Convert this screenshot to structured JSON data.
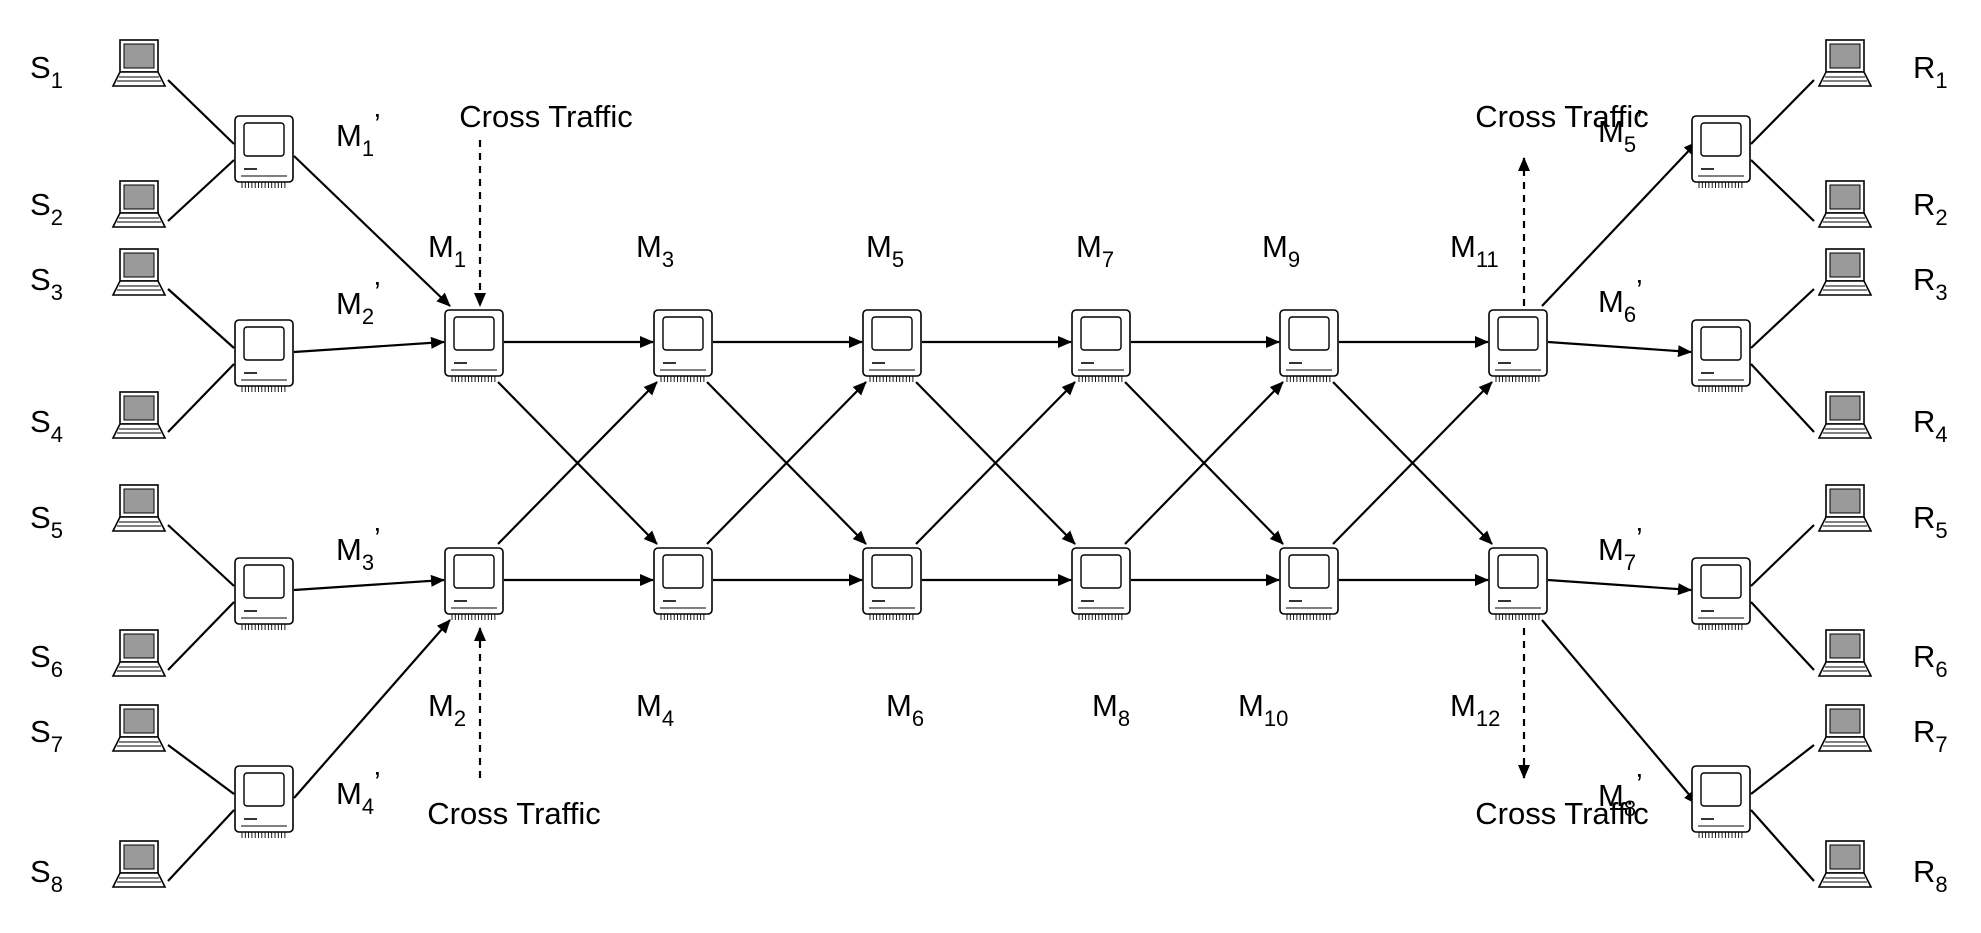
{
  "colors": {
    "stroke": "#000000",
    "screen": "#ffffff",
    "background": "#ffffff"
  },
  "icons": {
    "host": "laptop-icon",
    "router": "desktop-computer-icon"
  },
  "senders": [
    {
      "base": "S",
      "sub": "1"
    },
    {
      "base": "S",
      "sub": "2"
    },
    {
      "base": "S",
      "sub": "3"
    },
    {
      "base": "S",
      "sub": "4"
    },
    {
      "base": "S",
      "sub": "5"
    },
    {
      "base": "S",
      "sub": "6"
    },
    {
      "base": "S",
      "sub": "7"
    },
    {
      "base": "S",
      "sub": "8"
    }
  ],
  "receivers": [
    {
      "base": "R",
      "sub": "1"
    },
    {
      "base": "R",
      "sub": "2"
    },
    {
      "base": "R",
      "sub": "3"
    },
    {
      "base": "R",
      "sub": "4"
    },
    {
      "base": "R",
      "sub": "5"
    },
    {
      "base": "R",
      "sub": "6"
    },
    {
      "base": "R",
      "sub": "7"
    },
    {
      "base": "R",
      "sub": "8"
    }
  ],
  "edge_left": [
    {
      "base": "M",
      "sub": "1",
      "prime": "’"
    },
    {
      "base": "M",
      "sub": "2",
      "prime": "’"
    },
    {
      "base": "M",
      "sub": "3",
      "prime": "’"
    },
    {
      "base": "M",
      "sub": "4",
      "prime": "’"
    }
  ],
  "edge_right": [
    {
      "base": "M",
      "sub": "5",
      "prime": "’"
    },
    {
      "base": "M",
      "sub": "6",
      "prime": "’"
    },
    {
      "base": "M",
      "sub": "7",
      "prime": "’"
    },
    {
      "base": "M",
      "sub": "8",
      "prime": "’"
    }
  ],
  "core_top": [
    {
      "base": "M",
      "sub": "1"
    },
    {
      "base": "M",
      "sub": "3"
    },
    {
      "base": "M",
      "sub": "5"
    },
    {
      "base": "M",
      "sub": "7"
    },
    {
      "base": "M",
      "sub": "9"
    },
    {
      "base": "M",
      "sub": "11"
    }
  ],
  "core_bottom": [
    {
      "base": "M",
      "sub": "2"
    },
    {
      "base": "M",
      "sub": "4"
    },
    {
      "base": "M",
      "sub": "6"
    },
    {
      "base": "M",
      "sub": "8"
    },
    {
      "base": "M",
      "sub": "10"
    },
    {
      "base": "M",
      "sub": "12"
    }
  ],
  "cross_traffic": [
    {
      "text": "Cross Traffic",
      "direction": "in"
    },
    {
      "text": "Cross Traffic",
      "direction": "in"
    },
    {
      "text": "Cross Traffic",
      "direction": "out"
    },
    {
      "text": "Cross Traffic",
      "direction": "out"
    }
  ]
}
